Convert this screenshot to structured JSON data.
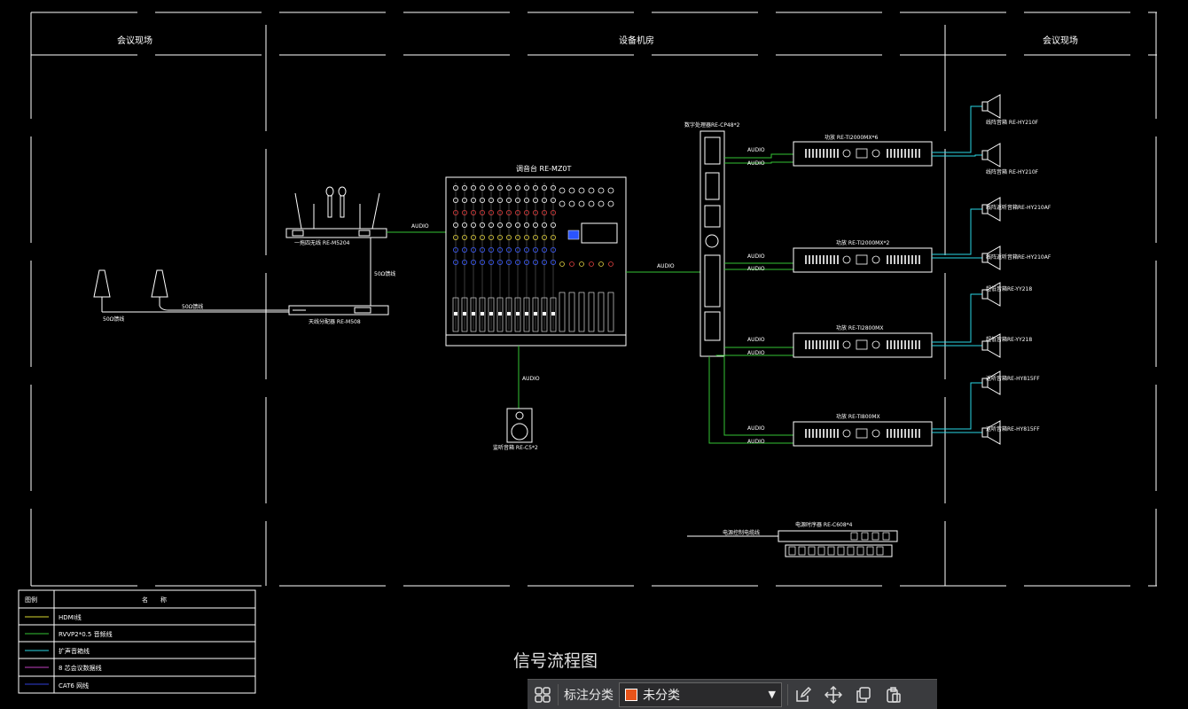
{
  "drawing": {
    "title": "信号流程图",
    "zones": [
      "会议现场",
      "设备机房",
      "会议现场"
    ]
  },
  "devices": {
    "wireless_mic": "一拖四无线 RE-M5204",
    "antenna_splitter": "天线分配器 RE-M508",
    "cable_50_a": "50Ω馈线",
    "cable_50_b": "50Ω馈线",
    "cable_50_c": "50Ω馈线",
    "mixer": "调音台 RE-MZ0T",
    "processor": "数字处理器RE-CP48*2",
    "monitor": "监听音箱 RE-C5*2",
    "power_seq": "电源时序器 RE-C608*4",
    "power_seq_cable": "电源控制电缆线",
    "amp1": "功放 RE-TI2000MX*6",
    "amp2": "功放 RE-TI2000MX*2",
    "amp3": "功放 RE-TI2800MX",
    "amp4": "功放 RE-TI800MX"
  },
  "audio_label": "AUDIO",
  "speakers": [
    "线阵音箱 RE-HY210F",
    "线阵音箱 RE-HY210F",
    "线阵返听音箱RE-HY210AF",
    "线阵返听音箱RE-HY210AF",
    "超低音箱RE-YY218",
    "超低音箱RE-YY218",
    "返听音箱RE-HY815FF",
    "返听音箱RE-HY815FF"
  ],
  "legend": {
    "col_symbol": "图例",
    "col_name": "名　　称",
    "rows": [
      {
        "name": "HDMI线",
        "color": "#d8d830"
      },
      {
        "name": "RVVP2*0.5 音频线",
        "color": "#35c435"
      },
      {
        "name": "扩声音箱线",
        "color": "#2ad7e6"
      },
      {
        "name": "8 芯会议数据线",
        "color": "#c040c0"
      },
      {
        "name": "CAT6 网线",
        "color": "#3040d8"
      }
    ]
  },
  "toolbar": {
    "label": "标注分类",
    "selected": "未分类",
    "swatch_color": "#e8541a",
    "icons": [
      "grid-icon",
      "edit-icon",
      "move-icon",
      "copy-icon",
      "paste-icon"
    ]
  }
}
